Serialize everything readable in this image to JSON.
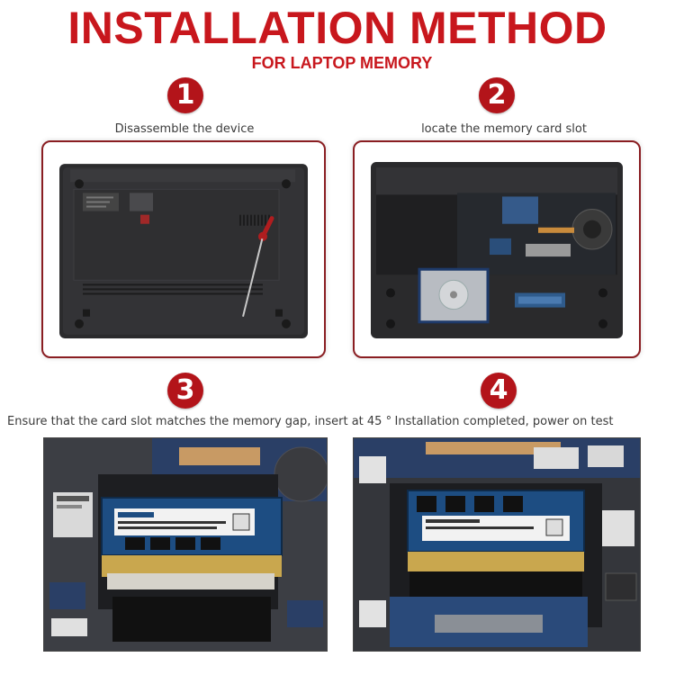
{
  "header": {
    "title": "INSTALLATION METHOD",
    "subtitle": "FOR LAPTOP MEMORY"
  },
  "steps": [
    {
      "number": "1",
      "label": "Disassemble the device"
    },
    {
      "number": "2",
      "label": "locate the memory card slot"
    },
    {
      "number": "3",
      "label": "Ensure that the card slot matches the memory gap, insert at 45 °"
    },
    {
      "number": "4",
      "label": "Installation completed, power on test"
    }
  ],
  "images": {
    "step1": {
      "description_icon": "laptop-bottom-cover-photo"
    },
    "step2": {
      "description_icon": "laptop-open-bottom-photo"
    },
    "step3": {
      "description_icon": "ram-insert-photo"
    },
    "step4": {
      "description_icon": "ram-installed-photo"
    }
  },
  "colors": {
    "accent": "#c8171d",
    "badge": "#b3141a",
    "frame": "#8a1e22"
  }
}
